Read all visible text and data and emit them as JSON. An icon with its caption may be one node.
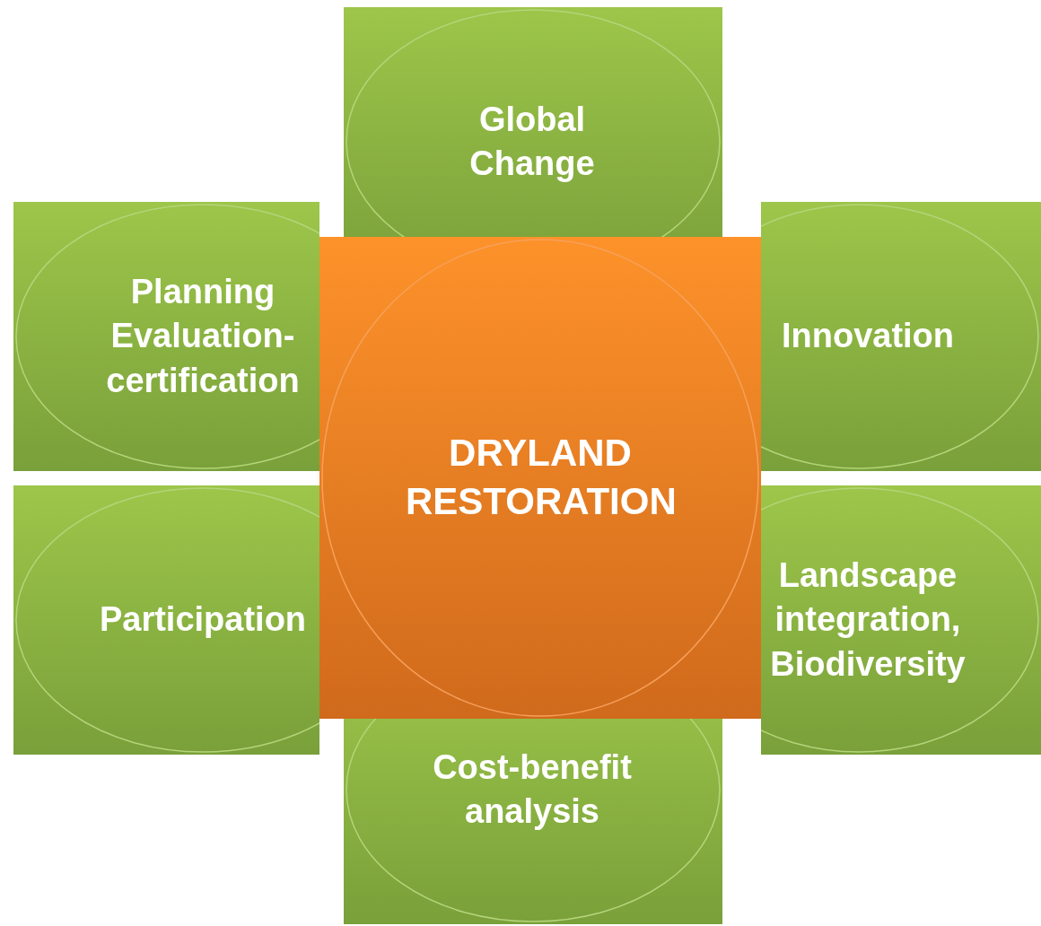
{
  "diagram": {
    "nodes": [
      {
        "text": [
          "Global Change"
        ]
      },
      {
        "text": [
          "Planning Evaluation-certification"
        ]
      },
      {
        "text": [
          "Innovation"
        ]
      },
      {
        "text": [
          "DRYLAND RESTORATION"
        ]
      },
      {
        "text": [
          "Participation"
        ]
      },
      {
        "text": [
          "Landscape integration, Biodiversity"
        ]
      },
      {
        "text": [
          "Cost-benefit analysis"
        ]
      }
    ],
    "edges": []
  }
}
